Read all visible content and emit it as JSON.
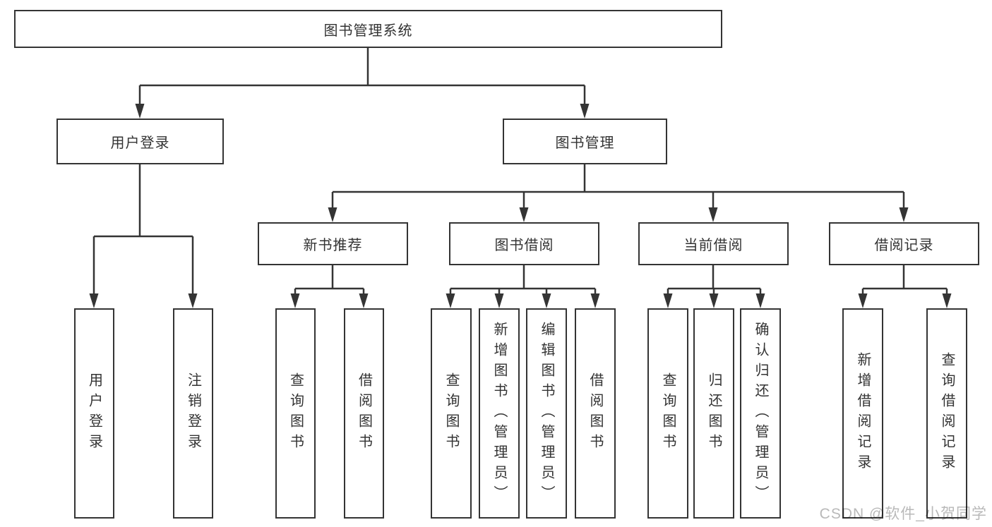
{
  "tree": {
    "root": {
      "label": "图书管理系统",
      "children": [
        {
          "label": "用户登录",
          "children": [
            {
              "label": "用户登录"
            },
            {
              "label": "注销登录"
            }
          ]
        },
        {
          "label": "图书管理",
          "children": [
            {
              "label": "新书推荐",
              "children": [
                {
                  "label": "查询图书"
                },
                {
                  "label": "借阅图书"
                }
              ]
            },
            {
              "label": "图书借阅",
              "children": [
                {
                  "label": "查询图书"
                },
                {
                  "label": "新增图书（管理员）"
                },
                {
                  "label": "编辑图书（管理员）"
                },
                {
                  "label": "借阅图书"
                }
              ]
            },
            {
              "label": "当前借阅",
              "children": [
                {
                  "label": "查询图书"
                },
                {
                  "label": "归还图书"
                },
                {
                  "label": "确认归还（管理员）"
                }
              ]
            },
            {
              "label": "借阅记录",
              "children": [
                {
                  "label": "新增借阅记录"
                },
                {
                  "label": "查询借阅记录"
                }
              ]
            }
          ]
        }
      ]
    }
  },
  "watermark": "CSDN @软件_小贺同学",
  "colors": {
    "line": "#343434",
    "box_border": "#343434",
    "text": "#333333",
    "watermark": "#b9b9b9",
    "background": "#ffffff"
  }
}
